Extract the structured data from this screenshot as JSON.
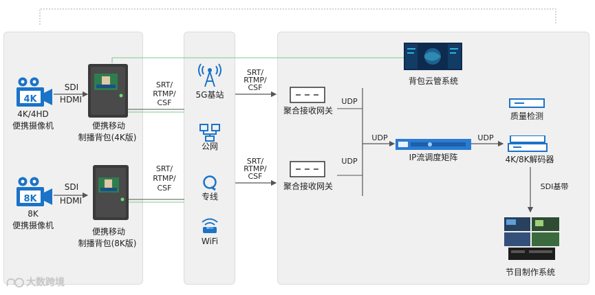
{
  "left": {
    "camera_4k": {
      "badge": "4K",
      "line1": "4K/4HD",
      "line2": "便携摄像机",
      "iface1": "SDI",
      "iface2": "HDMI"
    },
    "camera_8k": {
      "badge": "8K",
      "line1": "8K",
      "line2": "便携摄像机",
      "iface1": "SDI",
      "iface2": "HDMI"
    },
    "pack_4k": {
      "line1": "便携移动",
      "line2": "制播背包(4K版)"
    },
    "pack_8k": {
      "line1": "便携移动",
      "line2": "制播背包(8K版)"
    }
  },
  "protocol_label": {
    "line1": "SRT/",
    "line2": "RTMP/",
    "line3": "CSF"
  },
  "networks": [
    {
      "label": "5G基站"
    },
    {
      "label": "公网"
    },
    {
      "label": "专线"
    },
    {
      "label": "WiFi",
      "badge": "wifi"
    }
  ],
  "right": {
    "cloud": "背包云管系统",
    "gateway": "聚合接收网关",
    "udp": "UDP",
    "matrix": "IP流调度矩阵",
    "quality": "质量检测",
    "decoder": "4K/8K解码器",
    "sdi_base": "SDI基带",
    "production": "节目制作系统"
  },
  "watermark": "大数跨境",
  "colors": {
    "accent": "#1a73c8",
    "line": "#555555",
    "green_line": "#7cc98a"
  }
}
